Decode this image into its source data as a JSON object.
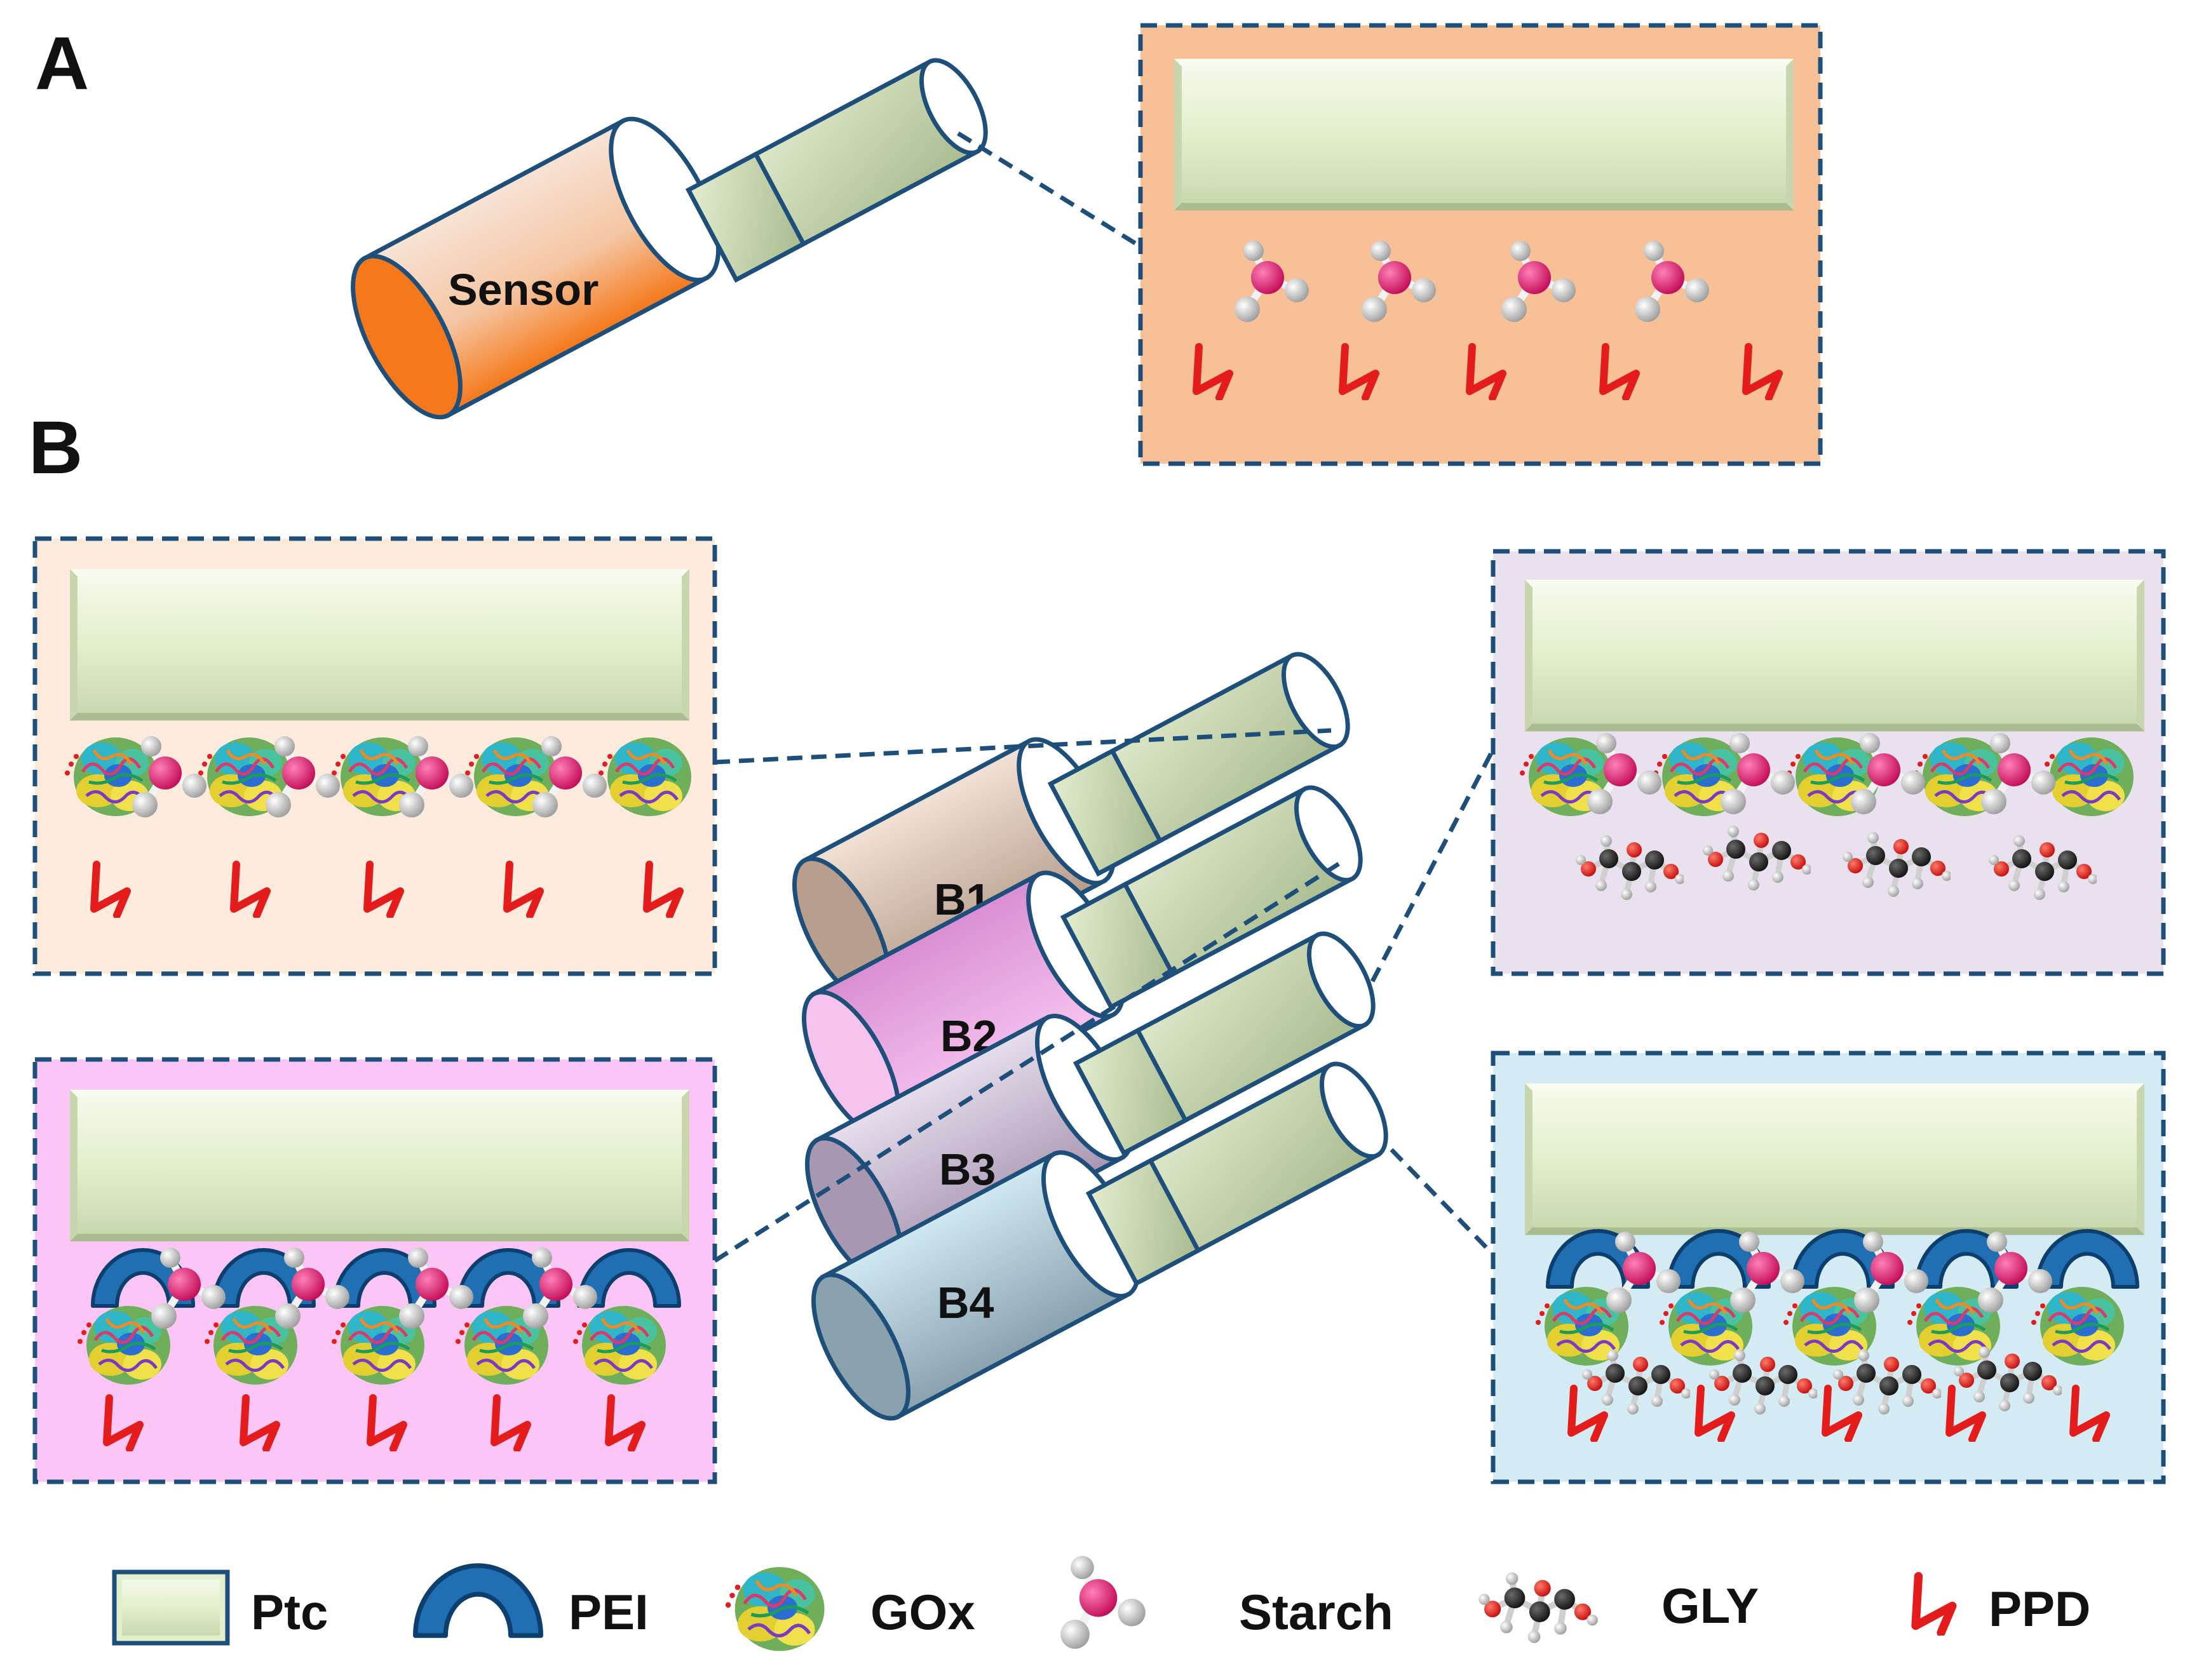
{
  "panels": {
    "a": "A",
    "b": "B"
  },
  "tubes": {
    "sensor": "Sensor",
    "b1": "B1",
    "b2": "B2",
    "b3": "B3",
    "b4": "B4"
  },
  "legend": {
    "ptc": "Ptc",
    "pei": "PEI",
    "gox": "GOx",
    "starch": "Starch",
    "gly": "GLY",
    "ppd": "PPD"
  },
  "colors": {
    "ptc_fill": "#e2efcc",
    "pei_blue": "#1f6fb2",
    "outline": "#1e4f7a",
    "starch_pink": "#e0156a",
    "ppd_red": "#e41c1c",
    "panel_a_box": "#f8c097",
    "b1_box": "#fcebdc",
    "b2_box": "#fbc6f6",
    "b3_box": "#e9e2ee",
    "b4_box": "#d4ebf3"
  }
}
